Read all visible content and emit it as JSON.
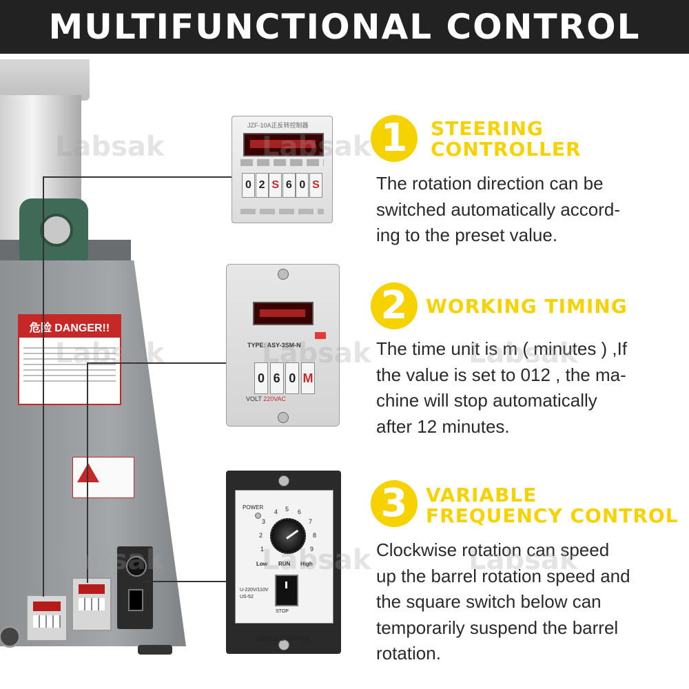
{
  "header": {
    "title": "MULTIFUNCTIONAL CONTROL"
  },
  "brand": {
    "watermark": "Labsak"
  },
  "colors": {
    "accent": "#f6d300",
    "header_bg": "#222222",
    "text": "#2a2a2a"
  },
  "machine": {
    "danger_label": "危险 DANGER!!"
  },
  "controller1": {
    "model": "JZF-10A正反转控制器",
    "digits": [
      "0",
      "2",
      "S",
      "6",
      "0",
      "S"
    ]
  },
  "controller2": {
    "type_label": "TYPE: ASY-3SM-N",
    "digits": [
      "0",
      "6",
      "0",
      "M"
    ],
    "volt_label": "VOLT",
    "volt_value": "220VAC"
  },
  "controller3": {
    "power_label": "POWER",
    "dial_numbers": [
      "1",
      "2",
      "3",
      "4",
      "5",
      "6",
      "7",
      "8",
      "9"
    ],
    "low": "Low",
    "run": "RUN",
    "high": "High",
    "voltage_1": "U-220V/110V",
    "voltage_2": "US-52",
    "stop_label": "STOP",
    "name": "SPEED CONTROL"
  },
  "features": [
    {
      "number": "1",
      "title_line1": "STEERING",
      "title_line2": "CONTROLLER",
      "description": [
        "The rotation direction can be",
        "switched automatically accord-",
        "ing to the preset value."
      ]
    },
    {
      "number": "2",
      "title_line1": "WORKING TIMING",
      "description": [
        "The time unit is m ( minutes ) ,If",
        "the value is set to 012 , the ma-",
        "chine will stop automatically",
        "after 12 minutes."
      ]
    },
    {
      "number": "3",
      "title_line1": "VARIABLE",
      "title_line2": "FREQUENCY CONTROL",
      "description": [
        "Clockwise rotation can speed",
        "up the barrel rotation speed and",
        "the square switch below can",
        "temporarily suspend the barrel",
        "rotation."
      ]
    }
  ]
}
